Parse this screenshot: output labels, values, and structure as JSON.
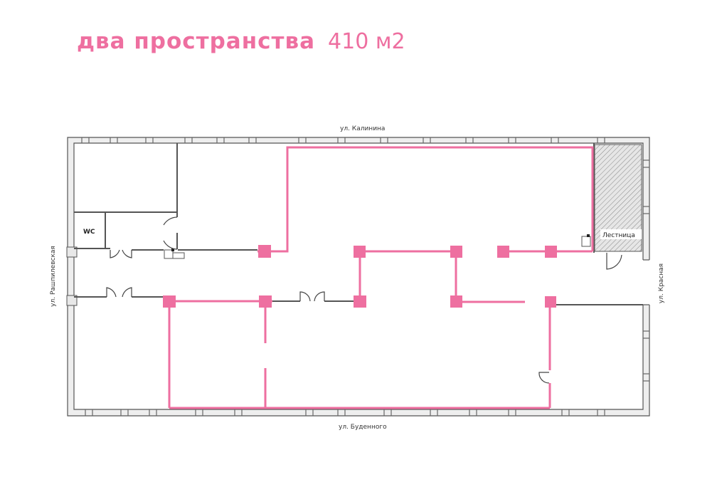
{
  "title": {
    "main": "два пространства",
    "area": "410 м2"
  },
  "streets": {
    "top": "ул. Калинина",
    "bottom": "ул. Буденного",
    "left": "ул. Рашпилевская",
    "right": "ул. Красная"
  },
  "rooms": {
    "wc": "WC",
    "stairs": "Лестница"
  },
  "colors": {
    "accent": "#ee6fa0",
    "wall": "#555555",
    "wall_fill": "#eeeeee"
  }
}
